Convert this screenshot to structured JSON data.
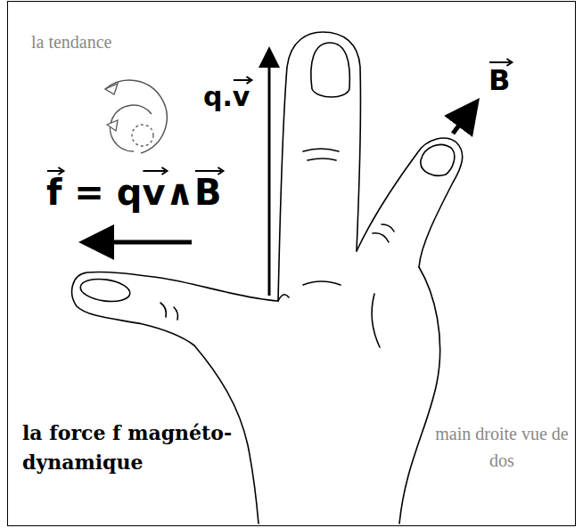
{
  "diagram": {
    "labels": [
      "la tendance",
      "q.v",
      "B",
      "f = qv∧B",
      "la force f magnéto-dynamique",
      "main droite vue de dos"
    ]
  }
}
